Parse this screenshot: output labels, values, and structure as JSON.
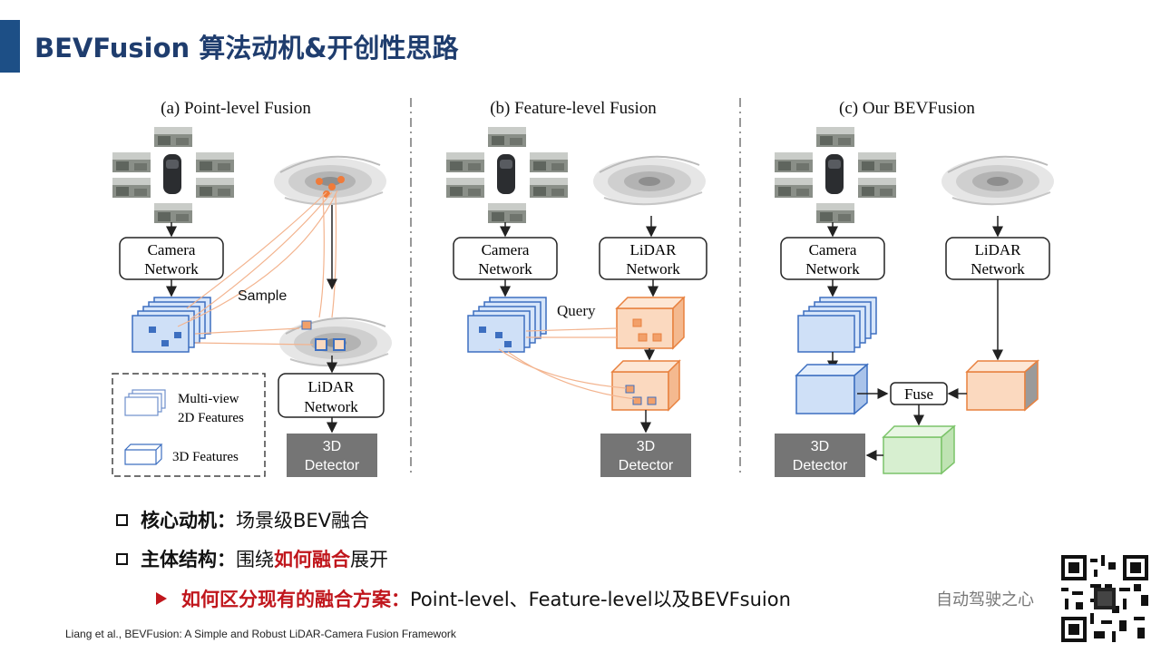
{
  "header": {
    "title": "BEVFusion 算法动机&开创性思路"
  },
  "figure": {
    "panel_a": {
      "title": "(a) Point-level Fusion",
      "camera_net": [
        "Camera",
        "Network"
      ],
      "lidar_net": [
        "LiDAR",
        "Network"
      ],
      "sample_label": "Sample",
      "detector": [
        "3D",
        "Detector"
      ],
      "legend": {
        "multiview": [
          "Multi-view",
          "2D Features"
        ],
        "features3d": "3D Features"
      }
    },
    "panel_b": {
      "title": "(b) Feature-level Fusion",
      "camera_net": [
        "Camera",
        "Network"
      ],
      "lidar_net": [
        "LiDAR",
        "Network"
      ],
      "query_label": "Query",
      "detector": [
        "3D",
        "Detector"
      ]
    },
    "panel_c": {
      "title": "(c) Our BEVFusion",
      "camera_net": [
        "Camera",
        "Network"
      ],
      "lidar_net": [
        "LiDAR",
        "Network"
      ],
      "fuse_label": "Fuse",
      "detector": [
        "3D",
        "Detector"
      ]
    }
  },
  "bullets": [
    {
      "label": "核心动机：",
      "text": "场景级BEV融合"
    },
    {
      "label": "主体结构：",
      "text_pre": "围绕",
      "text_red": "如何融合",
      "text_post": "展开"
    }
  ],
  "sub_bullet": {
    "label": "如何区分现有的融合方案：",
    "text": "Point-level、Feature-level以及BEVFsuion"
  },
  "citation": "Liang et al., BEVFusion:  A Simple and Robust LiDAR-Camera Fusion Framework",
  "watermark": "自动驾驶之心",
  "colors": {
    "accent": "#1d4f86",
    "title": "#1f3d6e",
    "highlight": "#c0161c",
    "camera_feat": "#cfe0f7",
    "lidar_feat": "#fbd9bf",
    "fused_feat": "#d7efd0"
  }
}
